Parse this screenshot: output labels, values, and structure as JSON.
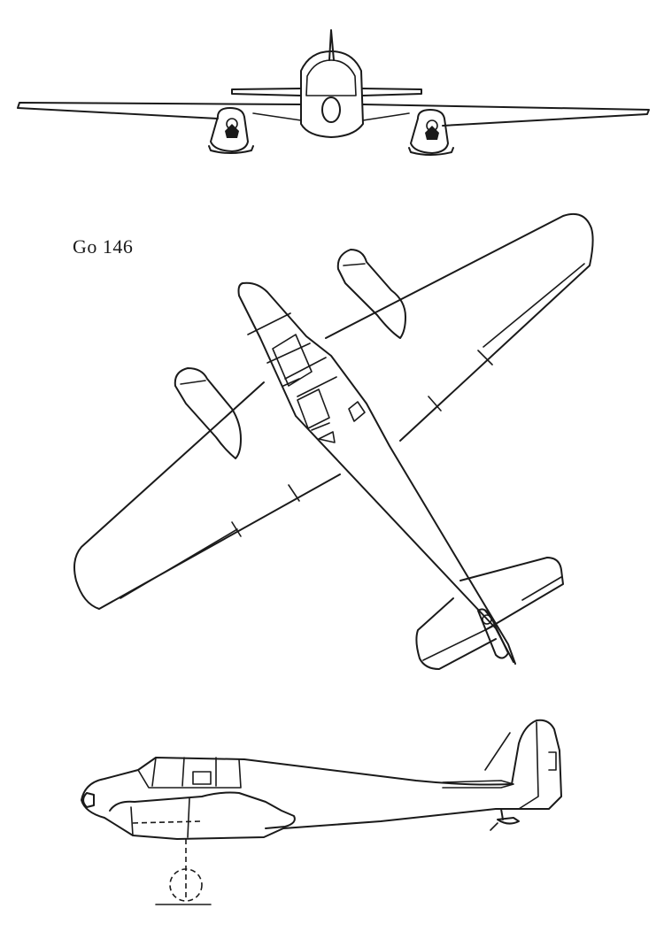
{
  "label": "Go 146",
  "colors": {
    "line": "#1a1a1a",
    "background": "#ffffff"
  },
  "views": [
    "front-view",
    "top-view",
    "side-view"
  ]
}
